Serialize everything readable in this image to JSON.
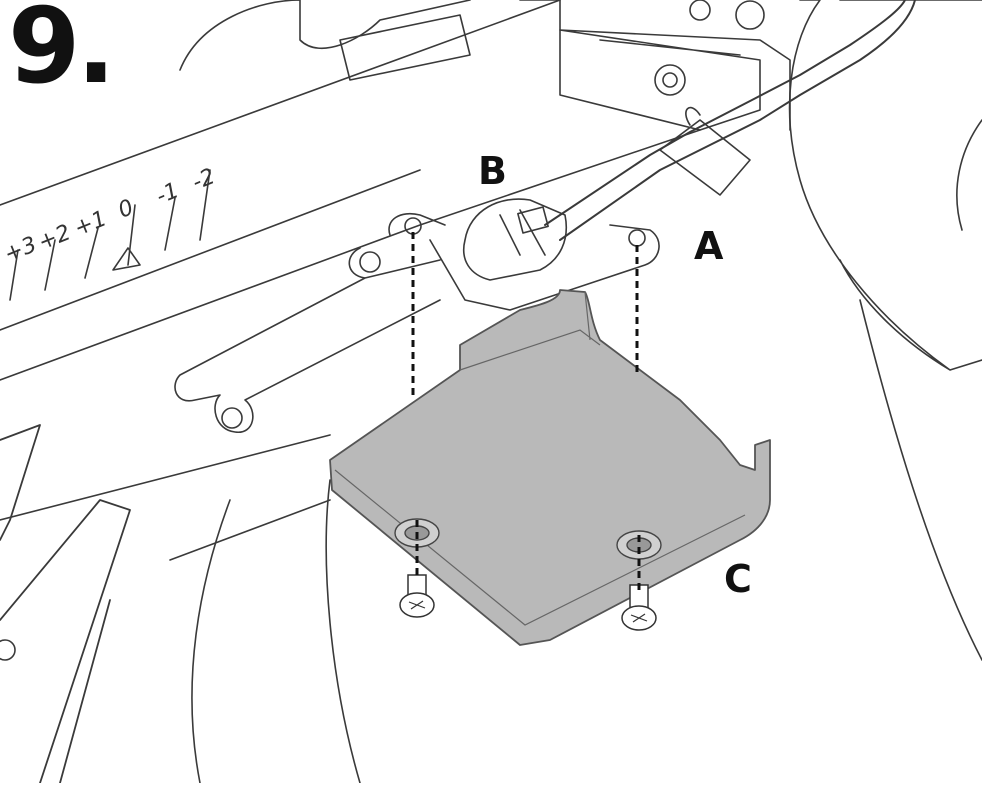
{
  "step": {
    "number": "9."
  },
  "callouts": {
    "a": "A",
    "b": "B",
    "c": "C"
  },
  "scale": {
    "ticks": [
      "+3",
      "+2",
      "+1",
      "0",
      "-1",
      "-2"
    ]
  },
  "colors": {
    "line": "#3a3a3a",
    "cover_fill": "#b9b9b9",
    "cover_edge": "#555555",
    "background": "#ffffff"
  }
}
